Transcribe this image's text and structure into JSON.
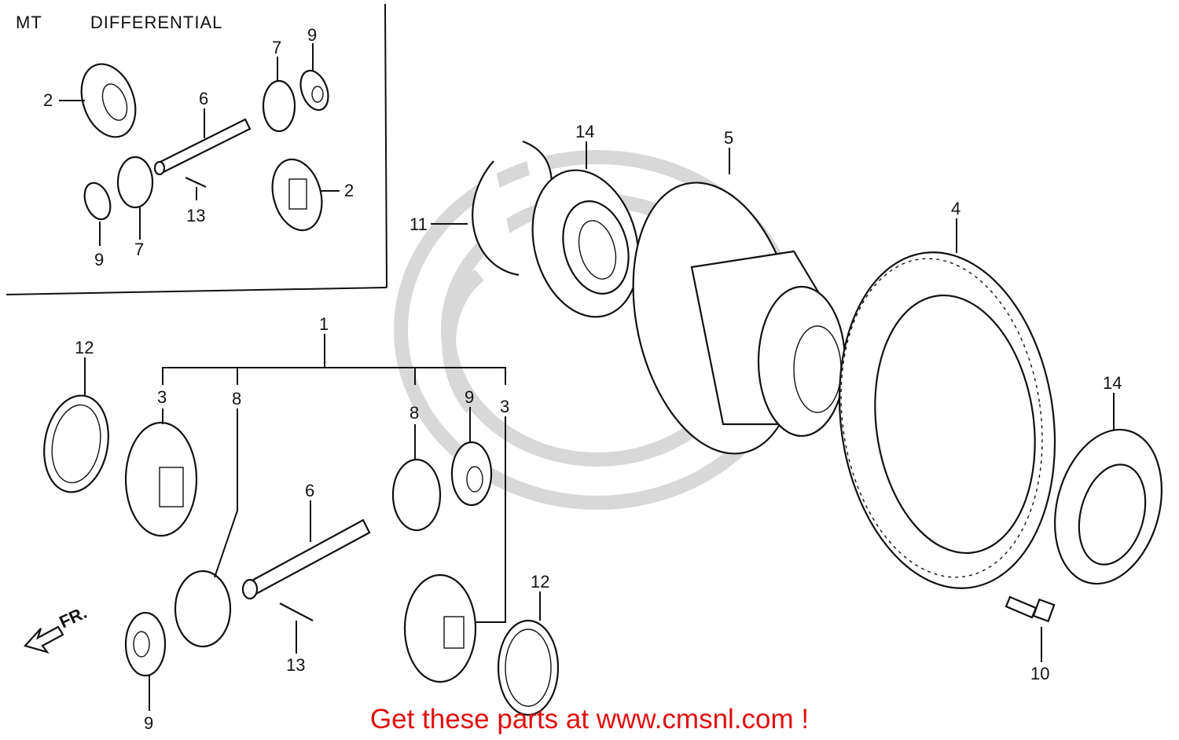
{
  "header": {
    "model": "MT",
    "section": "DIFFERENTIAL"
  },
  "callouts": {
    "inset_2a": "2",
    "inset_6": "6",
    "inset_7a": "7",
    "inset_9a": "9",
    "inset_2b": "2",
    "inset_13": "13",
    "inset_9b": "9",
    "inset_7b": "7",
    "c11": "11",
    "c14a": "14",
    "c5": "5",
    "c4": "4",
    "c14b": "14",
    "c10": "10",
    "c1": "1",
    "c12a": "12",
    "c3a": "3",
    "c8a": "8",
    "c8b": "8",
    "c9c": "9",
    "c3b": "3",
    "c6": "6",
    "c13": "13",
    "c12b": "12",
    "c9d": "9"
  },
  "direction_marker": "FR.",
  "footer": {
    "link_text": "Get these parts at www.cmsnl.com !"
  }
}
